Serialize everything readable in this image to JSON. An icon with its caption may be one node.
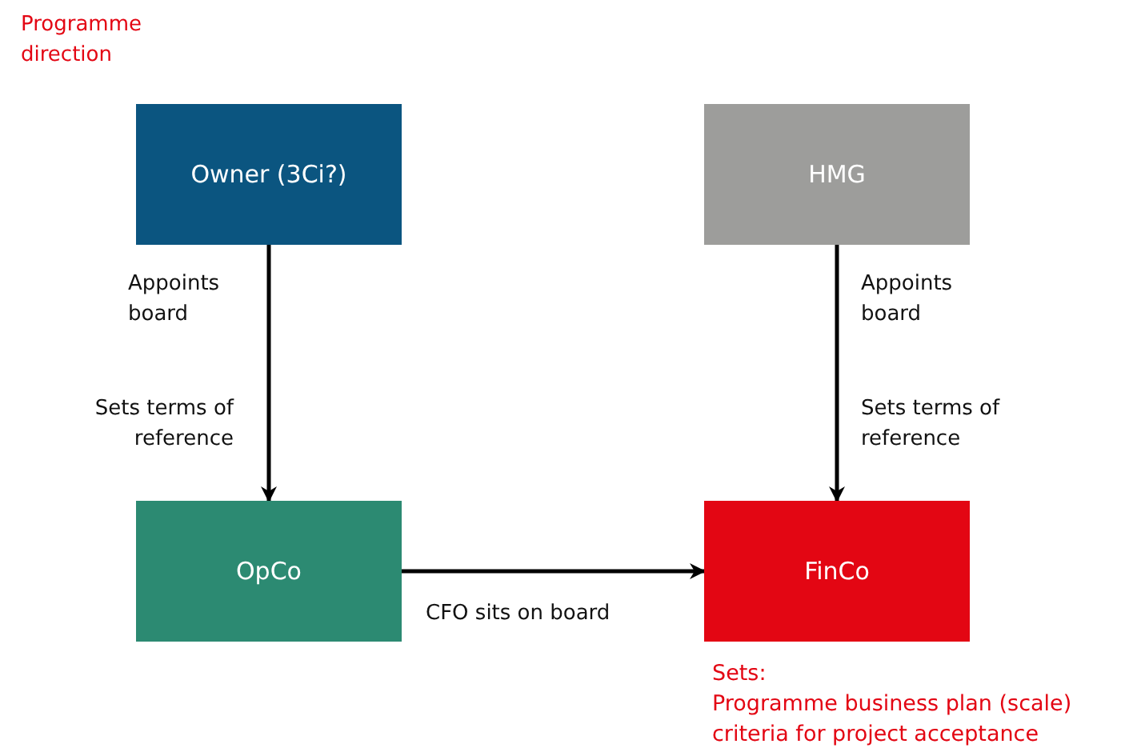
{
  "diagram": {
    "nodes": [
      {
        "text": [
          "Owner (3Ci?)"
        ]
      },
      {
        "text": [
          "HMG"
        ]
      },
      {
        "text": [
          "OpCo"
        ]
      },
      {
        "text": [
          "FinCo"
        ],
        "beside": [
          "Sets:",
          "Programme business plan (scale)",
          "criteria for project acceptance"
        ]
      }
    ],
    "edges": [
      {
        "from": 0,
        "to": 2,
        "arrow": "to",
        "label": "Appoints board"
      },
      {
        "from": 1,
        "to": 3,
        "arrow": "to",
        "label": "Appoints board"
      },
      {
        "from": 2,
        "to": 3,
        "arrow": "to",
        "label": "CFO sits on board"
      }
    ],
    "labels": [
      "Programme direction",
      "Sets terms of reference",
      "Sets terms of reference"
    ]
  }
}
